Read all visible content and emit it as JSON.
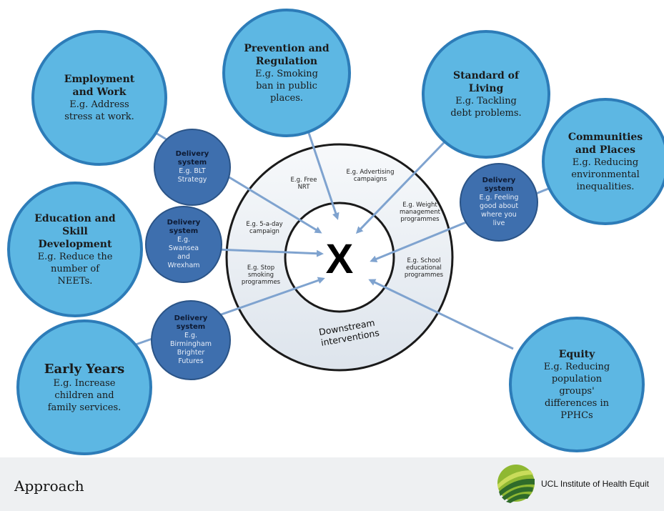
{
  "center": {
    "symbol": "X"
  },
  "downstream_label": "Downstream\ninterventions",
  "bubbles": [
    {
      "title": "Employment\nand Work",
      "desc": "E.g. Address\nstress at work."
    },
    {
      "title": "Prevention and\nRegulation",
      "desc": "E.g. Smoking\nban in public\nplaces."
    },
    {
      "title": "Standard of\nLiving",
      "desc": "E.g. Tackling\ndebt problems."
    },
    {
      "title": "Communities\nand Places",
      "desc": "E.g. Reducing\nenvironmental\ninequalities."
    },
    {
      "title": "Education and\nSkill\nDevelopment",
      "desc": "E.g. Reduce the\nnumber of\nNEETs."
    },
    {
      "title": "Early Years",
      "desc": "E.g. Increase\nchildren and\nfamily services."
    },
    {
      "title": "Equity",
      "desc": "E.g. Reducing\npopulation\ngroups'\ndifferences in\nPPHCs"
    }
  ],
  "delivery_systems": [
    {
      "title": "Delivery\nsystem",
      "desc": "E.g. BLT\nStrategy"
    },
    {
      "title": "Delivery\nsystem",
      "desc": "E.g. Feeling\ngood about\nwhere you\nlive"
    },
    {
      "title": "Delivery\nsystem",
      "desc": "E.g.\nSwansea\nand\nWrexham"
    },
    {
      "title": "Delivery\nsystem",
      "desc": "E.g.\nBirmingham\nBrighter\nFutures"
    }
  ],
  "ring_items": [
    "E.g. Free\nNRT",
    "E.g. Advertising\ncampaigns",
    "E.g. Weight\nmanagement\nprogrammes",
    "E.g. 5-a-day\ncampaign",
    "E.g. Stop\nsmoking\nprogrammes",
    "E.g. School\neducational\nprogrammes"
  ],
  "footer": {
    "title": "Approach",
    "logo_text": "UCL Institute of Health Equit"
  },
  "colors": {
    "bubble_fill": "#5db7e3",
    "bubble_border": "#2d7cb8",
    "delivery_fill": "#3e6fae",
    "arrow": "#7fa3cf",
    "footer_bg": "#eef0f2"
  }
}
